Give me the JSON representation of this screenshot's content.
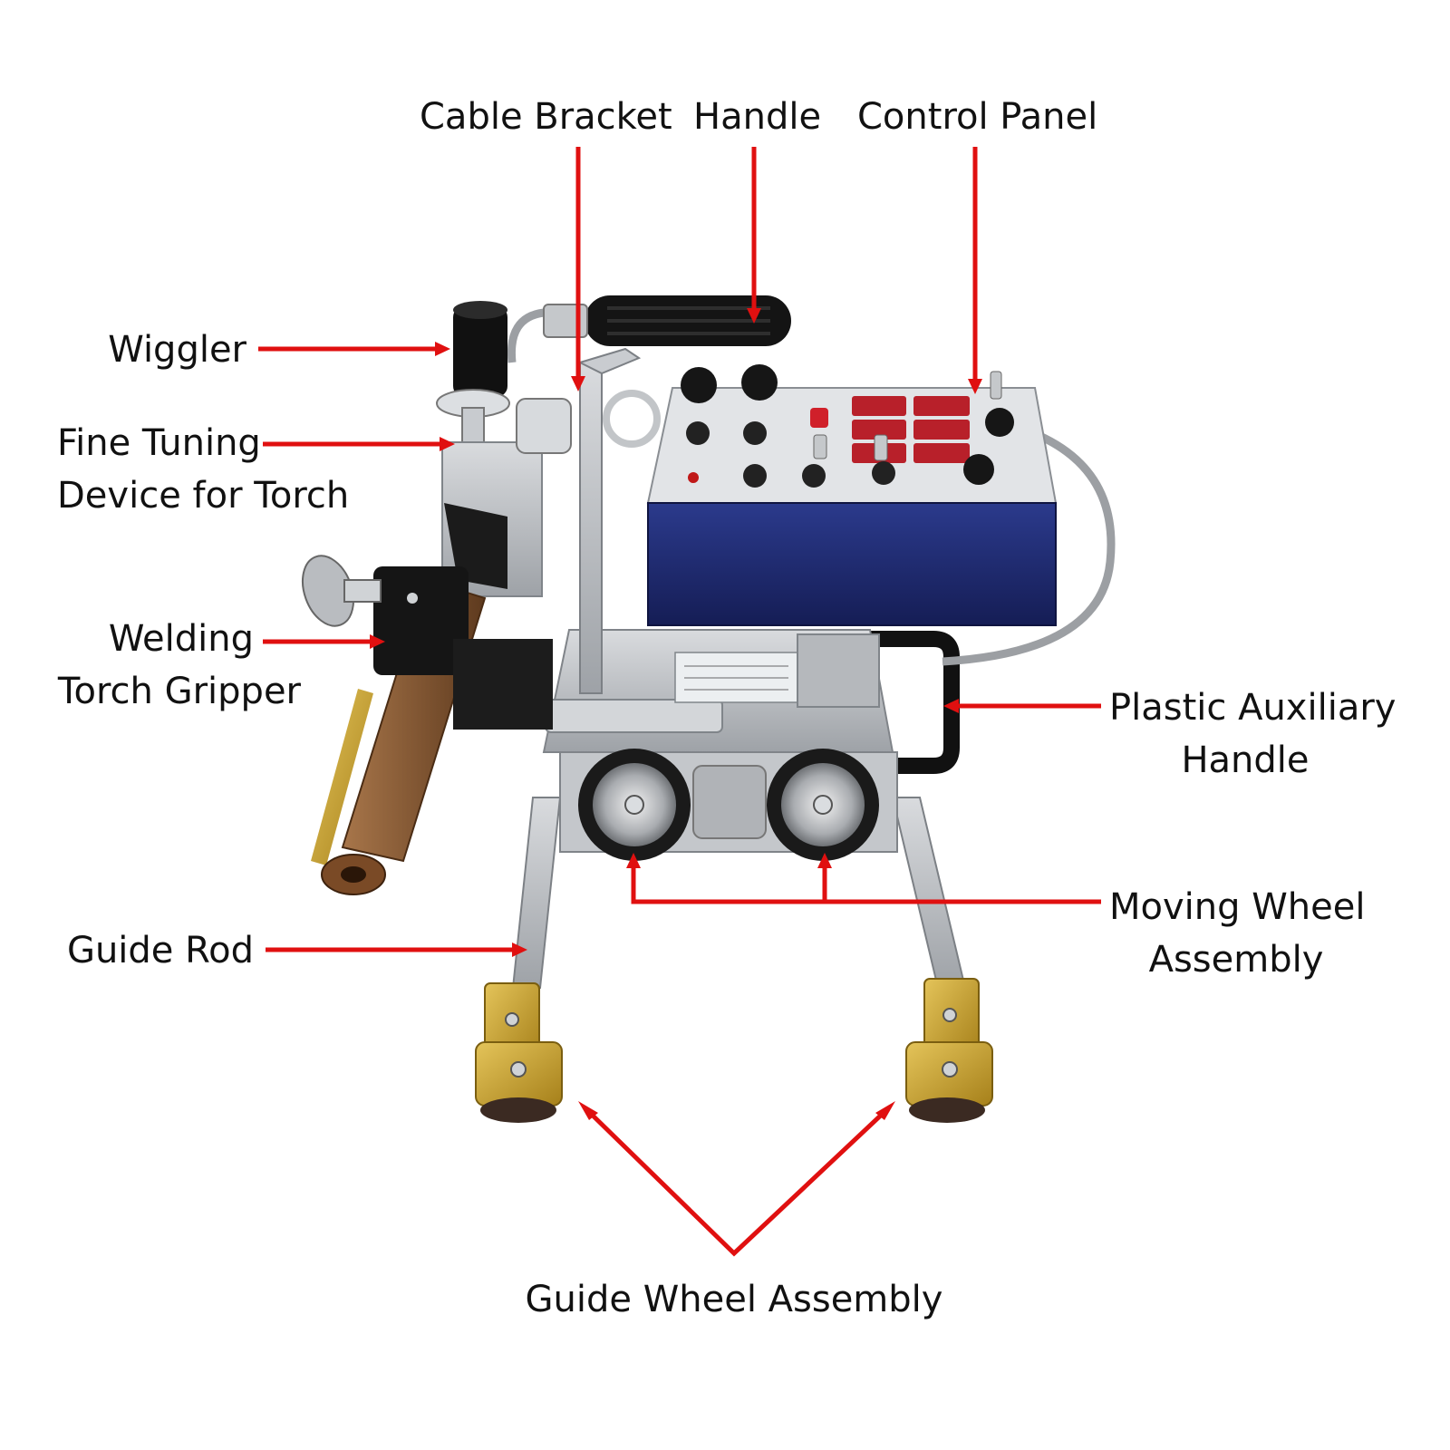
{
  "labels": {
    "cable_bracket": "Cable Bracket",
    "handle": "Handle",
    "control_panel": "Control Panel",
    "wiggler": "Wiggler",
    "fine_tuning_1": "Fine Tuning",
    "fine_tuning_2": "Device for Torch",
    "welding_1": "Welding",
    "welding_2": "Torch Gripper",
    "plastic_1": "Plastic Auxiliary",
    "plastic_2": "Handle",
    "moving_1": "Moving Wheel",
    "moving_2": "Assembly",
    "guide_rod": "Guide Rod",
    "guide_wheel": "Guide Wheel Assembly"
  },
  "colors": {
    "arrow": "#e01010",
    "panel_top": "#d7d9dc",
    "panel_body": "#1f2a6e",
    "aluminum": "#b9bcc0",
    "black": "#1a1a1a",
    "brass": "#c9a227",
    "copper": "#8a5a34",
    "display_red": "#b8202a"
  }
}
